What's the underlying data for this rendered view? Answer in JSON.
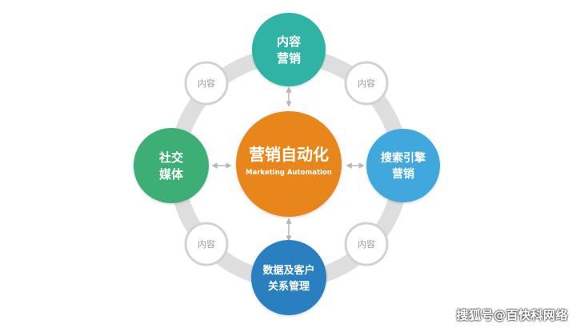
{
  "center": {
    "title": "营销自动化",
    "subtitle": "Marketing Automation",
    "color": "#E8861B"
  },
  "nodes": {
    "top": {
      "lines": [
        "内容",
        "营销"
      ],
      "color": "#2FB3A4"
    },
    "right": {
      "lines": [
        "搜索引擎",
        "营销"
      ],
      "color": "#3FA8DC"
    },
    "bottom": {
      "lines": [
        "数据及客户",
        "关系管理"
      ],
      "color": "#2C7FC1"
    },
    "left": {
      "lines": [
        "社交",
        "媒体"
      ],
      "color": "#3DAE74"
    }
  },
  "connectors": {
    "top_left": "内容",
    "top_right": "内容",
    "bottom_left": "内容",
    "bottom_right": "内容"
  },
  "ring_color": "#DEDEDE",
  "watermark": "搜狐号@百快科网络"
}
